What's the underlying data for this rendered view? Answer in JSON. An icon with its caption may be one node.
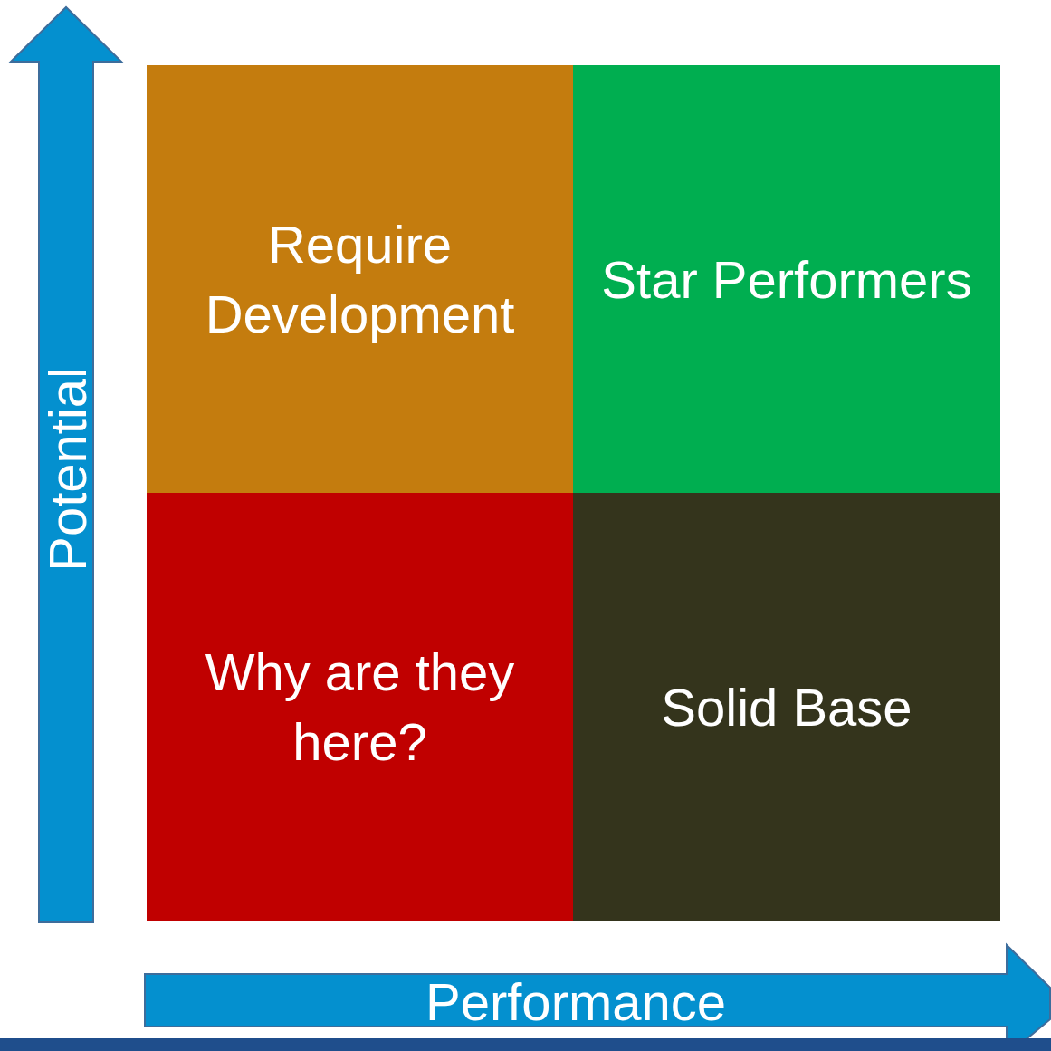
{
  "diagram": {
    "nodes": [
      {
        "text": [
          "Require Development"
        ]
      },
      {
        "text": [
          "Star Performers"
        ]
      },
      {
        "text": [
          "Why are they here?"
        ]
      },
      {
        "text": [
          "Solid Base"
        ]
      }
    ],
    "labels": [
      "Potential",
      "Performance"
    ]
  }
}
